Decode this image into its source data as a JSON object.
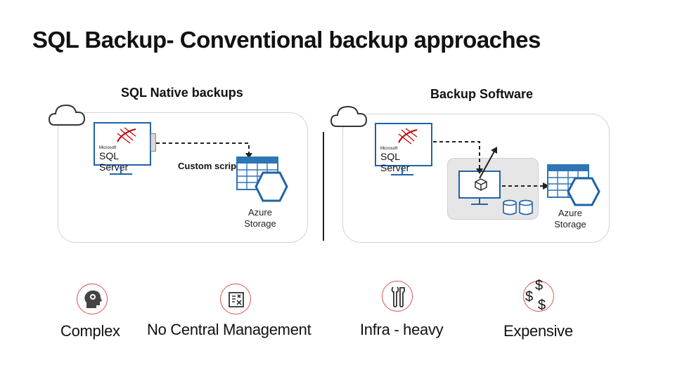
{
  "title": "SQL Backup- Conventional backup approaches",
  "left": {
    "heading": "SQL Native backups",
    "sql_logo": {
      "brand": "Microsoft",
      "product": "SQL Server"
    },
    "script_label": "Custom scripts",
    "storage_label_line1": "Azure",
    "storage_label_line2": "Storage"
  },
  "right": {
    "heading": "Backup Software",
    "sql_logo": {
      "brand": "Microsoft",
      "product": "SQL Server"
    },
    "storage_label_line1": "Azure",
    "storage_label_line2": "Storage"
  },
  "bottom": [
    {
      "label": "Complex",
      "icon": "gear-head-icon"
    },
    {
      "label": "No Central Management",
      "icon": "document-x-icon"
    },
    {
      "label": "Infra - heavy",
      "icon": "tools-icon"
    },
    {
      "label": "Expensive",
      "icon": "dollars-icon"
    }
  ],
  "colors": {
    "accent_blue": "#2e75b6",
    "icon_blue": "#1e63a8",
    "circle_red": "#d9534f",
    "sql_red": "#c00000"
  }
}
